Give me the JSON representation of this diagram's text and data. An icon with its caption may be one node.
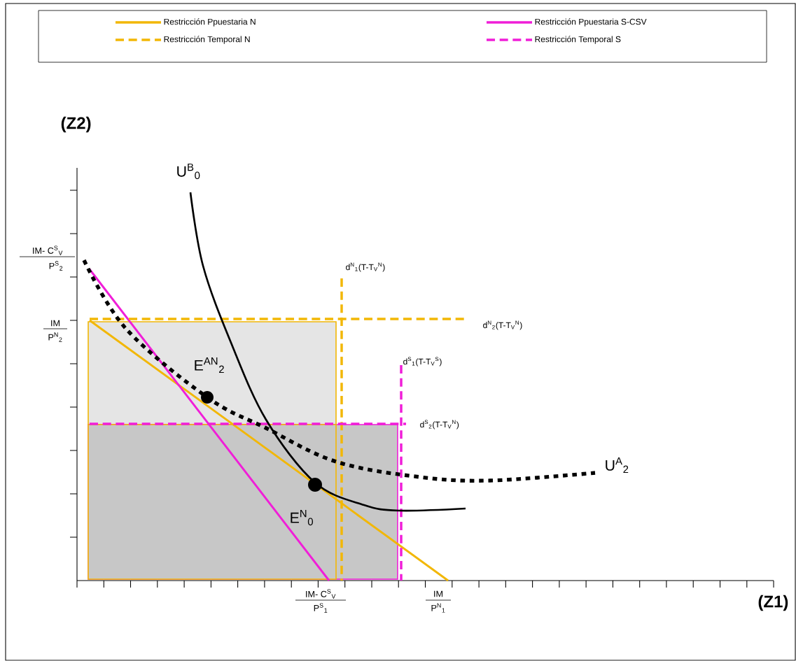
{
  "diagram": {
    "labels": [
      "(Z2)",
      "U$^{B}$$_{0}$",
      "IM- C$^{S}$$_{V}$",
      "P$^{S}$$_{2}$",
      "d$^{N}$$_{1}$(T-T$_{V}$$^{N}$)",
      "IM",
      "P$^{N}$$_{2}$",
      "d$^{N}$$_{2}$(T-T$_{V}$$^{N}$)",
      "d$^{S}$$_{1}$(T-T$_{V}$$^{S}$)",
      "E$^{AN}$$_{2}$",
      "d$^{S}$$_{2}$(T-T$_{V}$$^{N}$)",
      "U$^{A}$$_{2}$",
      "E$^{N}$$_{0}$",
      "IM- C$^{S}$$_{V}$",
      "P$^{S}$$_{1}$",
      "IM",
      "P$^{N}$$_{1}$",
      "(Z1)"
    ],
    "legend": [
      {
        "text": "Restricción Ppuestaria N"
      },
      {
        "text": "Restricción Ppuestaria S-CSV"
      },
      {
        "text": "Restricción Temporal N"
      },
      {
        "text": "Restricción Temporal S"
      }
    ]
  }
}
